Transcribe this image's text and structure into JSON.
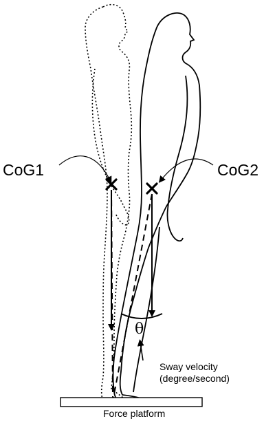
{
  "labels": {
    "cog1": "CoG1",
    "cog2": "CoG2",
    "theta": "θ",
    "sway_velocity_line1": "Sway velocity",
    "sway_velocity_line2": "(degree/second)",
    "force_platform": "Force platform"
  },
  "colors": {
    "ink": "#000000",
    "background": "#ffffff"
  },
  "icons": {
    "cog_marker": "x-mark-icon",
    "arrow": "arrow-down-icon"
  }
}
